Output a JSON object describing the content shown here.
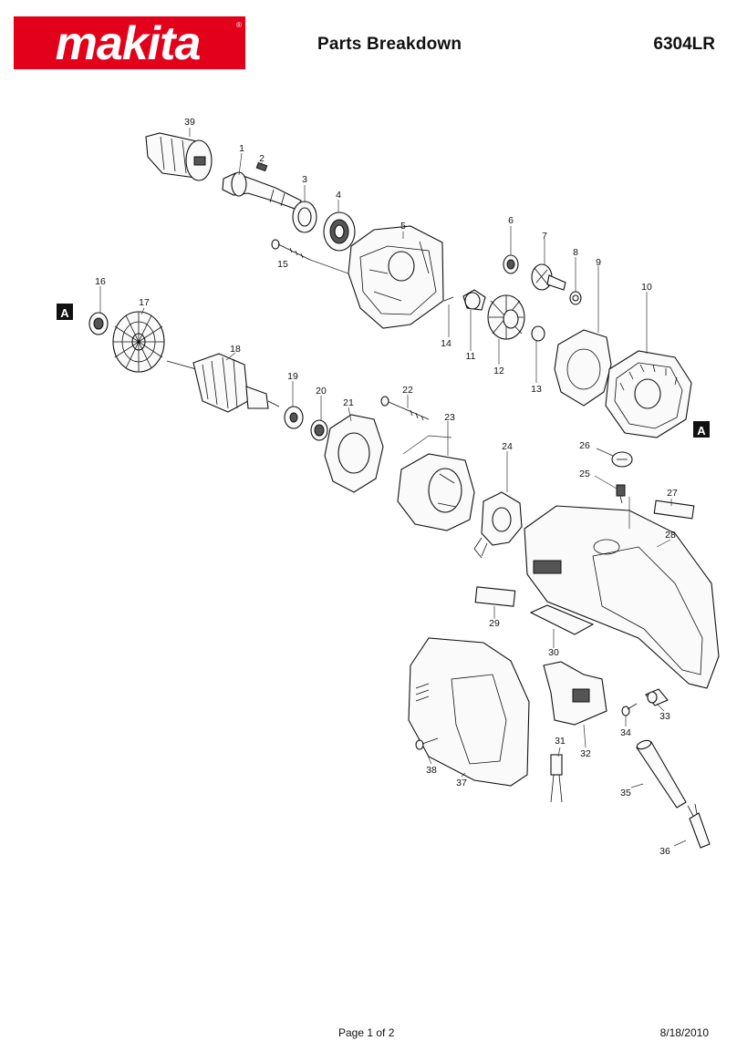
{
  "header": {
    "brand": "makita",
    "title": "Parts Breakdown",
    "model": "6304LR"
  },
  "colors": {
    "brand_red": "#e2001a",
    "ink": "#111111"
  },
  "parts": [
    "1",
    "2",
    "3",
    "4",
    "5",
    "6",
    "7",
    "8",
    "9",
    "10",
    "11",
    "12",
    "13",
    "14",
    "15",
    "16",
    "17",
    "18",
    "19",
    "20",
    "21",
    "22",
    "23",
    "24",
    "25",
    "26",
    "27",
    "28",
    "29",
    "30",
    "31",
    "32",
    "33",
    "34",
    "35",
    "36",
    "37",
    "38",
    "39"
  ],
  "reference_marker": "A",
  "footer": {
    "page": "Page 1 of 2",
    "date": "8/18/2010"
  }
}
